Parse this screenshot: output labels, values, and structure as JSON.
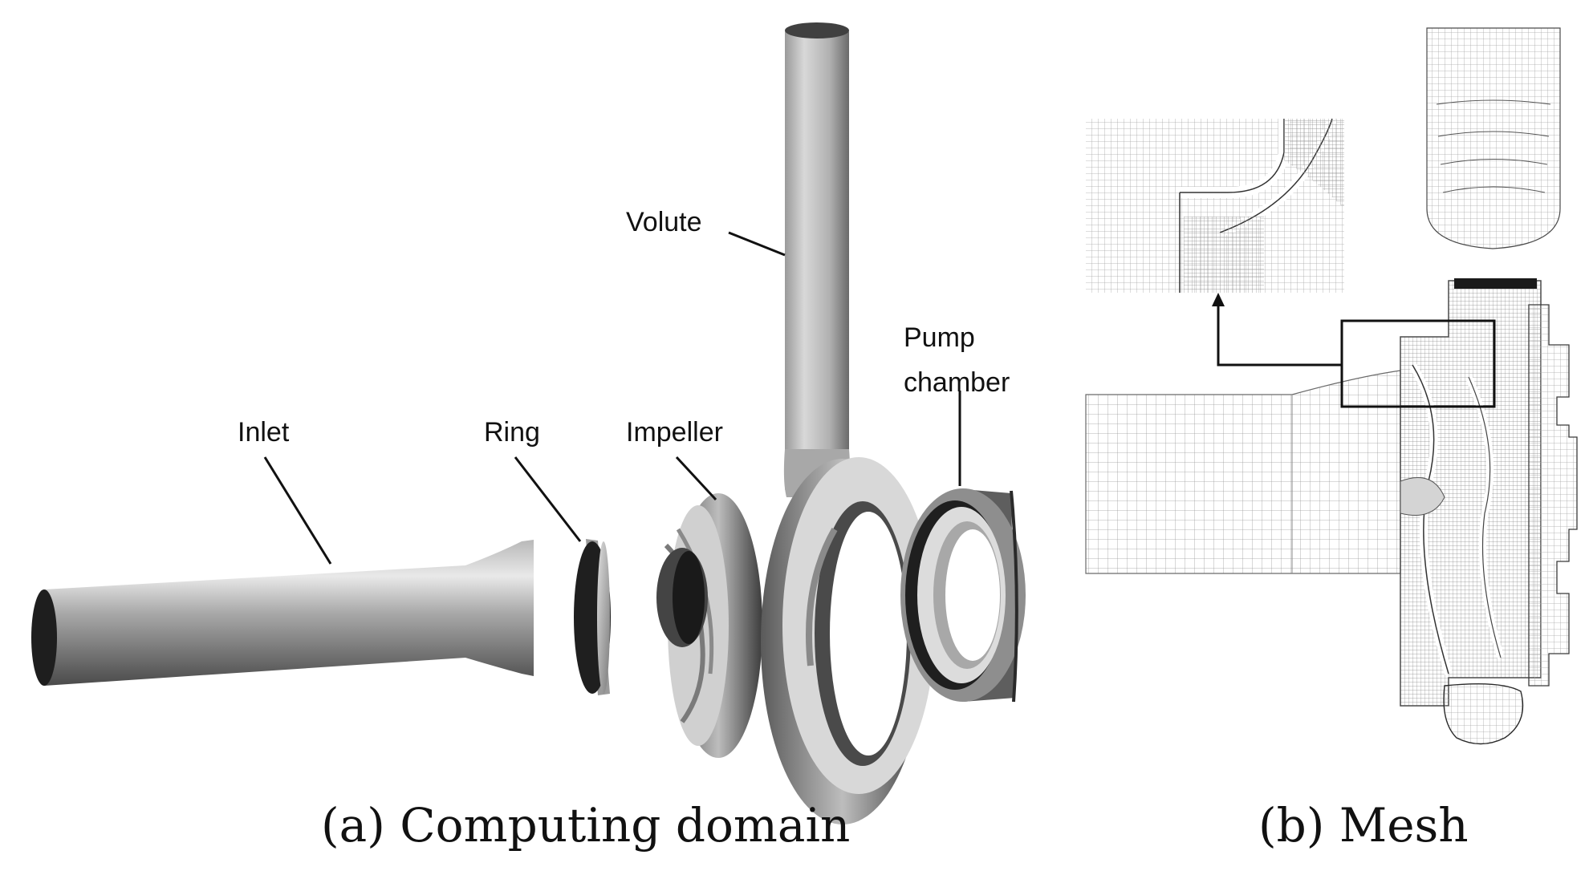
{
  "panel_a": {
    "caption": "(a) Computing domain",
    "labels": {
      "volute": "Volute",
      "pump_chamber_line1": "Pump",
      "pump_chamber_line2": "chamber",
      "inlet": "Inlet",
      "ring": "Ring",
      "impeller": "Impeller"
    }
  },
  "panel_b": {
    "caption": "(b) Mesh"
  },
  "colors": {
    "shade_dark": "#2b2b2b",
    "shade_mid": "#8a8a8a",
    "shade_light": "#e6e6e6",
    "mesh_line": "#9a9a9a"
  }
}
